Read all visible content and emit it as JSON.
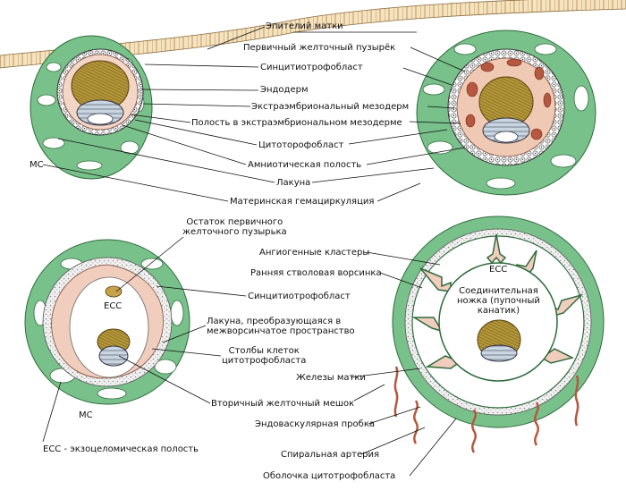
{
  "panel_tl": {
    "uterine_epithelium": "Эпителий матки",
    "primary_yolk_sac": "Первичный желточный пузырёк",
    "syncytiotrophoblast": "Синцитиотрофобласт",
    "endoderm": "Эндодерм",
    "extraembryonic_mesoderm": "Экстраэмбриональный мезодерм",
    "extraembryonic_cavity": "Полость в экстраэмбриональном мезодерме",
    "cytotrophoblast": "Цитоторофобласт",
    "amniotic_cavity": "Амниотическая полость",
    "lacuna": "Лакуна",
    "maternal_circulation": "Материнская гемациркуляция",
    "mc": "МС"
  },
  "panel_bl": {
    "primary_yolk_remnant": "Остаток первичного\nжелточного пузырька",
    "syncytiotrophoblast": "Синцитиотрофобласт",
    "lacuna_intervillous": "Лакуна, преобразующаяся в\nмежворсинчатое пространство",
    "cytotrophoblast_columns": "Столбы клеток\nцитотрофобласта",
    "secondary_yolk_sac": "Вторичный желточный мешок",
    "ecc_inner": "ECC",
    "mc": "МС",
    "ecc_def": "ECC - экзоцеломическая полость"
  },
  "panel_br": {
    "angiogenic_clusters": "Ангиогенные кластеры",
    "early_stem_villus": "Ранняя стволовая ворсинка",
    "ecc_inner": "ECC",
    "connecting_stalk": "Соединительная\nножка (пупочный\nканатик)",
    "uterine_glands": "Железы матки",
    "endovascular_plug": "Эндоваскулярная пробка",
    "spiral_artery": "Спиральная артерия",
    "cytotrophoblast_shell": "Оболочка цитотрофобласта"
  }
}
